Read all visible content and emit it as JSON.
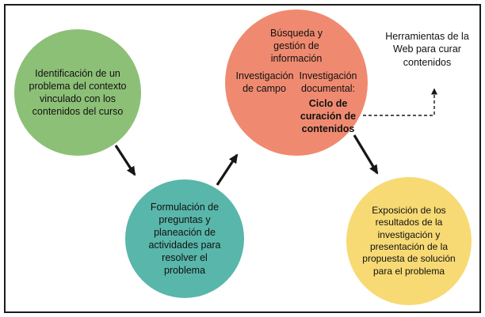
{
  "diagram": {
    "step1": {
      "text": "Identificación de un problema del contexto vinculado con los contenidos del curso"
    },
    "step2": {
      "text": "Formulación de preguntas y planeación de actividades para resolver el problema"
    },
    "step3": {
      "title": "Búsqueda y gestión de información",
      "field_label": "Investigación de campo",
      "documental_label": "Investigación documental:",
      "cycle_label": "Ciclo de curación de contenidos"
    },
    "step4": {
      "text": "Exposición de los resultados de la investigación y presentación de la propuesta de solución para el problema"
    },
    "note": "Herramientas de la Web para curar contenidos",
    "colors": {
      "step1": "#8dc077",
      "step2": "#59b6aa",
      "step3": "#ef8a70",
      "step4": "#f7da74",
      "arrow": "#161616",
      "border": "#1c1c1c"
    }
  }
}
